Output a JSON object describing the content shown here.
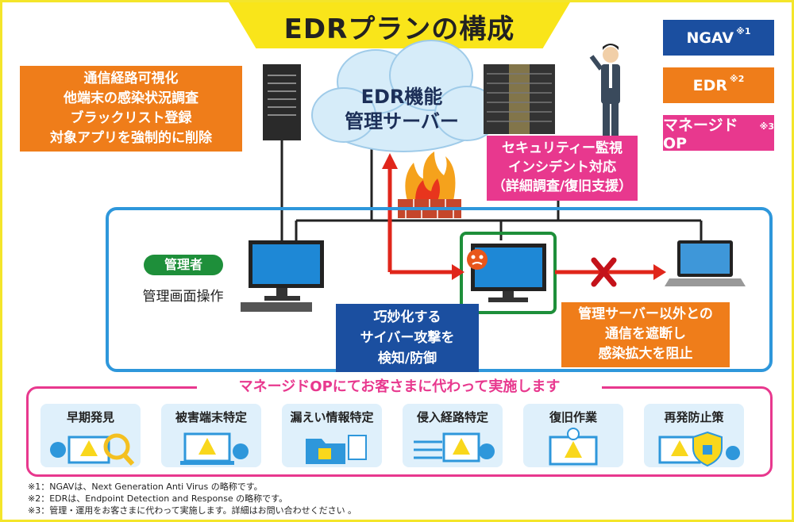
{
  "title": "EDRプランの構成",
  "legend": [
    {
      "label": "NGAV",
      "note": "※1",
      "color": "#1b4fa0"
    },
    {
      "label": "EDR",
      "note": "※2",
      "color": "#ef7d1a"
    },
    {
      "label": "マネージドOP",
      "note": "※3",
      "color": "#e8388e"
    }
  ],
  "edr_functions": [
    "通信経路可視化",
    "他端末の感染状況調査",
    "ブラックリスト登録",
    "対象アプリを強制的に削除"
  ],
  "cloud_server": [
    "EDR機能",
    "管理サーバー"
  ],
  "soc_services": [
    "セキュリティー監視",
    "インシデント対応",
    "（詳細調査/復旧支援）"
  ],
  "admin": {
    "badge": "管理者",
    "operation": "管理画面操作"
  },
  "ngav_note": [
    "巧妙化する",
    "サイバー攻撃を",
    "検知/防御"
  ],
  "isolation_note": [
    "管理サーバー以外との",
    "通信を遮断し",
    "感染拡大を阻止"
  ],
  "managed": {
    "heading": "マネージドOPにてお客さまに代わって実施します",
    "items": [
      "早期発見",
      "被害端末特定",
      "漏えい情報特定",
      "侵入経路特定",
      "復旧作業",
      "再発防止策"
    ]
  },
  "footnotes": [
    "※1：NGAVは、Next Generation Anti Virus の略称です。",
    "※2：EDRは、Endpoint Detection and Response の略称です。",
    "※3：管理・運用をお客さまに代わって実施します。詳細はお問い合わせください 。"
  ],
  "colors": {
    "accent_yellow": "#f9e51a",
    "lan_blue": "#2e97db",
    "ngav_green": "#1e8f3a",
    "alert_red": "#e0261b"
  }
}
